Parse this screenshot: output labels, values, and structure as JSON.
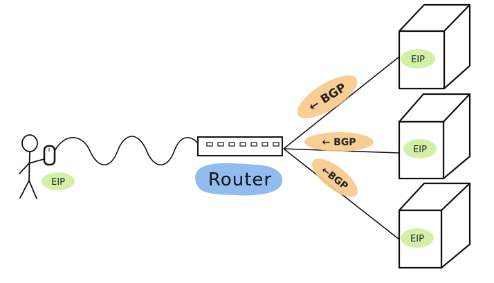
{
  "colors": {
    "stroke": "#111111",
    "eip_highlight": "#d4f0a6",
    "bgp_highlight": "#f7c98a",
    "router_highlight": "#8ab8ee"
  },
  "labels": {
    "user_eip": "EIP",
    "router": "Router",
    "bgp_top": "← BGP",
    "bgp_middle": "← BGP",
    "bgp_bottom": "←BGP"
  },
  "servers": [
    {
      "eip": "EIP"
    },
    {
      "eip": "EIP"
    },
    {
      "eip": "EIP"
    }
  ],
  "icons": [
    "stick-figure-icon",
    "phone-icon",
    "router-icon",
    "server-box-icon"
  ]
}
